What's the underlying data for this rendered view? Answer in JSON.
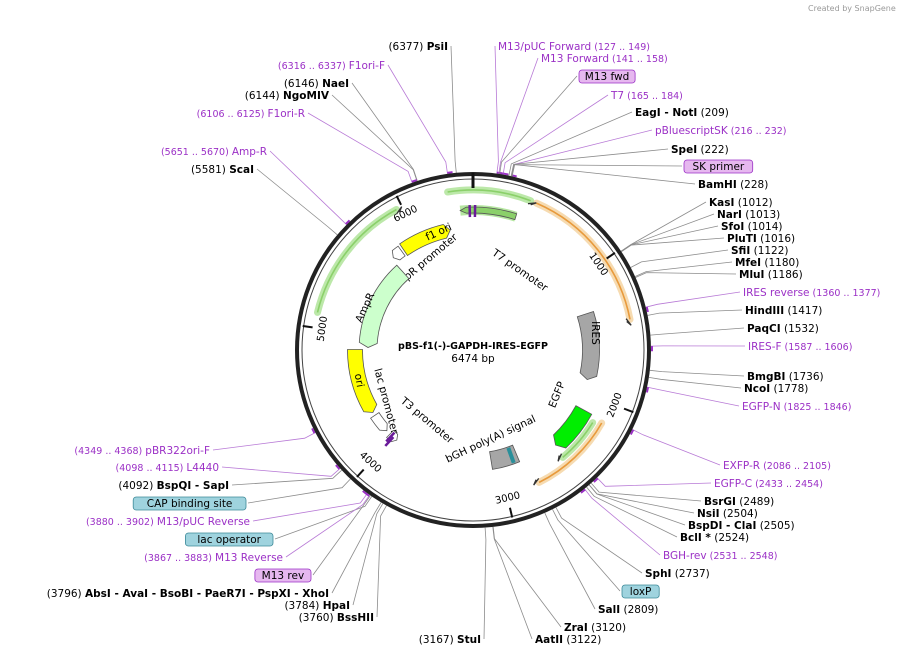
{
  "watermark": "Created by SnapGene",
  "plasmid": {
    "name": "pBS-f1(-)-GAPDH-IRES-EGFP",
    "length_label": "6474 bp",
    "length": 6474
  },
  "ring_ticks": [
    {
      "label": "1000",
      "bp": 1000
    },
    {
      "label": "2000",
      "bp": 2000
    },
    {
      "label": "3000",
      "bp": 3000
    },
    {
      "label": "4000",
      "bp": 4000
    },
    {
      "label": "5000",
      "bp": 5000
    },
    {
      "label": "6000",
      "bp": 6000
    }
  ],
  "features": [
    {
      "name": "T7 promoter",
      "start": 6380,
      "end": 320,
      "color": "#8bd06a",
      "glow": "#b5e6a0",
      "dir": -1
    },
    {
      "name": "f1 ori",
      "start": 5850,
      "end": 6280,
      "color": "#ffff00",
      "dir": 1
    },
    {
      "name": "AmpR promoter",
      "start": 5740,
      "end": 5830,
      "color": "#ffffff",
      "dir": -1
    },
    {
      "name": "AmpR",
      "start": 4880,
      "end": 5720,
      "color": "#ccffcc",
      "dir": -1
    },
    {
      "name": "ori",
      "start": 4280,
      "end": 4860,
      "color": "#ffff00",
      "dir": -1
    },
    {
      "name": "lac promoter",
      "start": 4080,
      "end": 4250,
      "color": "#ffffff",
      "dir": -1
    },
    {
      "name": "T3 promoter",
      "start": 3960,
      "end": 4040,
      "color": "#ffffff",
      "dir": -1
    },
    {
      "name": "IRES",
      "start": 1300,
      "end": 1880,
      "color": "#a6a6a6",
      "dir": 1
    },
    {
      "name": "EGFP",
      "start": 2130,
      "end": 2500,
      "color": "#00ee00",
      "dir": 1
    },
    {
      "name": "bGH poly(A) signal",
      "start": 2830,
      "end": 3070,
      "color": "#a6a6a6",
      "dir": 0
    }
  ],
  "outer_arcs": [
    {
      "name": "GAPDH-arc",
      "start": 420,
      "end": 1420,
      "color": "#e89a3c",
      "glow": "#f5d7a8"
    },
    {
      "name": "T7-arc",
      "start": 6310,
      "end": 380,
      "color": "#8bd06a",
      "glow": "#b5e6a0"
    },
    {
      "name": "AmpR-arc",
      "start": 5100,
      "end": 5960,
      "color": "#8bd06a",
      "glow": "#b5e6a0"
    },
    {
      "name": "EGFP-arc-green",
      "start": 2180,
      "end": 2520,
      "color": "#8bd06a",
      "glow": "#b5e6a0"
    },
    {
      "name": "EGFP-arc-orange",
      "start": 2150,
      "end": 2760,
      "color": "#e89a3c",
      "glow": "#f5d7a8"
    }
  ],
  "left_labels": [
    {
      "type": "site",
      "pos": "(6377)",
      "name": "PsiI",
      "bp": 6377
    },
    {
      "type": "primer",
      "name": "F1ori-F",
      "range": "(6316 .. 6337)",
      "bp": 6326
    },
    {
      "type": "site",
      "pos": "(6146)",
      "name": "NaeI",
      "bp": 6146
    },
    {
      "type": "site",
      "pos": "(6144)",
      "name": "NgoMIV",
      "bp": 6144
    },
    {
      "type": "primer",
      "name": "F1ori-R",
      "range": "(6106 .. 6125)",
      "bp": 6115
    },
    {
      "type": "primer",
      "name": "Amp-R",
      "range": "(5651 .. 5670)",
      "bp": 5660
    },
    {
      "type": "site",
      "pos": "(5581)",
      "name": "ScaI",
      "bp": 5581
    },
    {
      "type": "primer",
      "name": "pBR322ori-F",
      "range": "(4349 .. 4368)",
      "bp": 4358
    },
    {
      "type": "primer",
      "name": "L4440",
      "range": "(4098 .. 4115)",
      "bp": 4106
    },
    {
      "type": "site",
      "pos": "(4092)",
      "name": "BspQI - SapI",
      "bp": 4092
    },
    {
      "type": "pill",
      "name": "CAP binding site",
      "fill": "#9fd3de",
      "stroke": "#3d8a99",
      "bp": 4020
    },
    {
      "type": "primer",
      "name": "M13/pUC Reverse",
      "range": "(3880 .. 3902)",
      "bp": 3891
    },
    {
      "type": "pill",
      "name": "lac operator",
      "fill": "#9fd3de",
      "stroke": "#3d8a99",
      "bp": 3860
    },
    {
      "type": "primer",
      "name": "M13 Reverse",
      "range": "(3867 .. 3883)",
      "bp": 3875
    },
    {
      "type": "pill",
      "name": "M13 rev",
      "fill": "#e6b8ef",
      "stroke": "#9b30c6",
      "bp": 3870
    },
    {
      "type": "site",
      "pos": "(3796)",
      "name": "AbsI - AvaI - BsoBI - PaeR7I - PspXI - XhoI",
      "bp": 3796
    },
    {
      "type": "site",
      "pos": "(3784)",
      "name": "HpaI",
      "bp": 3784
    },
    {
      "type": "site",
      "pos": "(3760)",
      "name": "BssHII",
      "bp": 3760
    },
    {
      "type": "site",
      "pos": "(3167)",
      "name": "StuI",
      "bp": 3167
    }
  ],
  "right_labels": [
    {
      "type": "primer",
      "name": "M13/pUC Forward",
      "range": "(127 .. 149)",
      "bp": 138
    },
    {
      "type": "primer",
      "name": "M13 Forward",
      "range": "(141 .. 158)",
      "bp": 150
    },
    {
      "type": "pill",
      "name": "M13 fwd",
      "fill": "#e6b8ef",
      "stroke": "#9b30c6",
      "bp": 155
    },
    {
      "type": "primer",
      "name": "T7",
      "range": "(165 .. 184)",
      "bp": 175
    },
    {
      "type": "site",
      "name": "EagI - NotI",
      "pos": "(209)",
      "bp": 209
    },
    {
      "type": "primer",
      "name": "pBluescriptSK",
      "range": "(216 .. 232)",
      "bp": 224
    },
    {
      "type": "site",
      "name": "SpeI",
      "pos": "(222)",
      "bp": 222
    },
    {
      "type": "pill",
      "name": "SK primer",
      "fill": "#e6b8ef",
      "stroke": "#9b30c6",
      "bp": 226
    },
    {
      "type": "site",
      "name": "BamHI",
      "pos": "(228)",
      "bp": 228
    },
    {
      "type": "site",
      "name": "KasI",
      "pos": "(1012)",
      "bp": 1012
    },
    {
      "type": "site",
      "name": "NarI",
      "pos": "(1013)",
      "bp": 1013
    },
    {
      "type": "site",
      "name": "SfoI",
      "pos": "(1014)",
      "bp": 1014
    },
    {
      "type": "site",
      "name": "PluTI",
      "pos": "(1016)",
      "bp": 1016
    },
    {
      "type": "site",
      "name": "SfiI",
      "pos": "(1122)",
      "bp": 1122
    },
    {
      "type": "site",
      "name": "MfeI",
      "pos": "(1180)",
      "bp": 1180
    },
    {
      "type": "site",
      "name": "MluI",
      "pos": "(1186)",
      "bp": 1186
    },
    {
      "type": "primer",
      "name": "IRES reverse",
      "range": "(1360 .. 1377)",
      "bp": 1368
    },
    {
      "type": "site",
      "name": "HindIII",
      "pos": "(1417)",
      "bp": 1417
    },
    {
      "type": "site",
      "name": "PaqCI",
      "pos": "(1532)",
      "bp": 1532
    },
    {
      "type": "primer",
      "name": "IRES-F",
      "range": "(1587 .. 1606)",
      "bp": 1596
    },
    {
      "type": "site",
      "name": "BmgBI",
      "pos": "(1736)",
      "bp": 1736
    },
    {
      "type": "site",
      "name": "NcoI",
      "pos": "(1778)",
      "bp": 1778
    },
    {
      "type": "primer",
      "name": "EGFP-N",
      "range": "(1825 .. 1846)",
      "bp": 1835
    },
    {
      "type": "primer",
      "name": "EXFP-R",
      "range": "(2086 .. 2105)",
      "bp": 2095
    },
    {
      "type": "primer",
      "name": "EGFP-C",
      "range": "(2433 .. 2454)",
      "bp": 2443
    },
    {
      "type": "site",
      "name": "BsrGI",
      "pos": "(2489)",
      "bp": 2489
    },
    {
      "type": "site",
      "name": "NsiI",
      "pos": "(2504)",
      "bp": 2504
    },
    {
      "type": "site",
      "name": "BspDI - ClaI",
      "pos": "(2505)",
      "bp": 2505
    },
    {
      "type": "site",
      "name": "BclI *",
      "pos": "(2524)",
      "bp": 2524
    },
    {
      "type": "primer",
      "name": "BGH-rev",
      "range": "(2531 .. 2548)",
      "bp": 2540
    },
    {
      "type": "site",
      "name": "SphI",
      "pos": "(2737)",
      "bp": 2737
    },
    {
      "type": "pill",
      "name": "loxP",
      "fill": "#9fd3de",
      "stroke": "#3d8a99",
      "bp": 2760
    },
    {
      "type": "site",
      "name": "SalI",
      "pos": "(2809)",
      "bp": 2809
    },
    {
      "type": "site",
      "name": "ZraI",
      "pos": "(3120)",
      "bp": 3120
    },
    {
      "type": "site",
      "name": "AatII",
      "pos": "(3122)",
      "bp": 3122
    }
  ],
  "colors": {
    "primer": "#9b30c6",
    "site": "#000000",
    "ring": "#222222",
    "line": "#8c8c8c"
  }
}
